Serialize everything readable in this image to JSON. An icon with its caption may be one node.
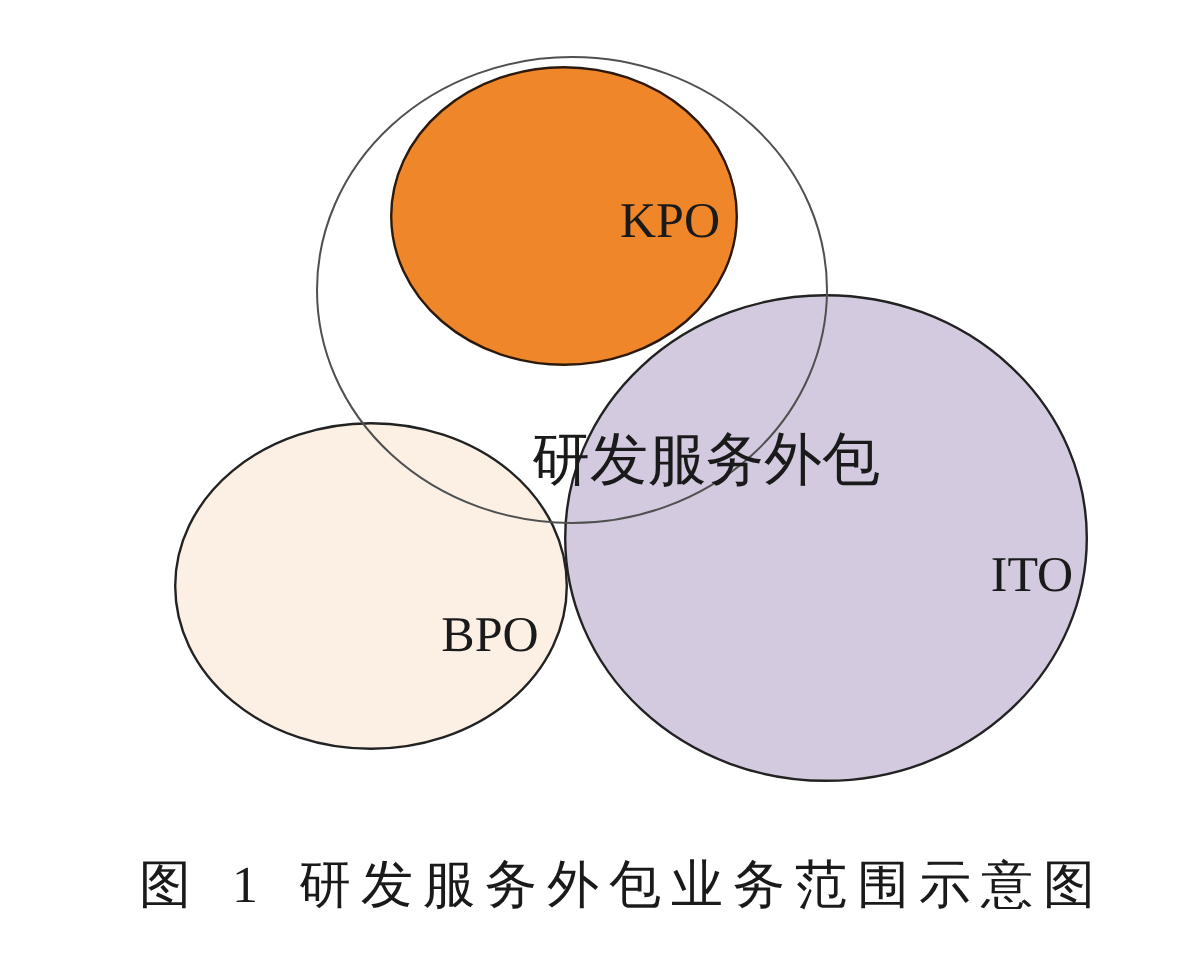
{
  "diagram": {
    "caption": "图 1 研发服务外包业务范围示意图",
    "nodes": [
      {
        "text": [
          "研发服务外包"
        ]
      },
      {
        "text": [
          "KPO"
        ],
        "in": 0
      },
      {
        "text": [
          "ITO"
        ]
      },
      {
        "text": [
          "BPO"
        ]
      }
    ]
  }
}
